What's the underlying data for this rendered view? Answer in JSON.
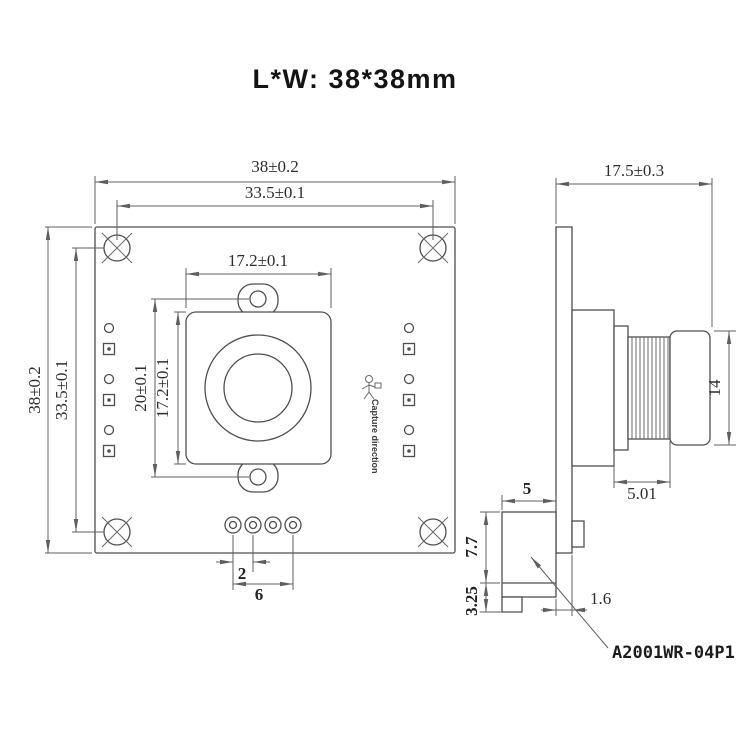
{
  "title": "L*W: 38*38mm",
  "front": {
    "dims": {
      "top_outer": "38±0.2",
      "top_inner": "33.5±0.1",
      "holder_width": "17.2±0.1",
      "left_outer": "38±0.2",
      "left_inner": "33.5±0.1",
      "holder_hole_span": "20±0.1",
      "holder_height": "17.2±0.1",
      "pin_pitch": "2",
      "pin_span": "6"
    },
    "capture_direction": "Capture direction"
  },
  "side": {
    "dims": {
      "depth": "17.5±0.3",
      "lens_diameter": "14",
      "barrel_length": "5.01",
      "connector_width": "5",
      "connector_height": "7.7",
      "connector_below": "3.25",
      "pcb_thickness": "1.6"
    },
    "part_number": "A2001WR-04P1"
  },
  "colors": {
    "line": "#4f4f4f",
    "dim": "#5f5f5f",
    "text": "#2e2e2e",
    "background": "#ffffff"
  }
}
